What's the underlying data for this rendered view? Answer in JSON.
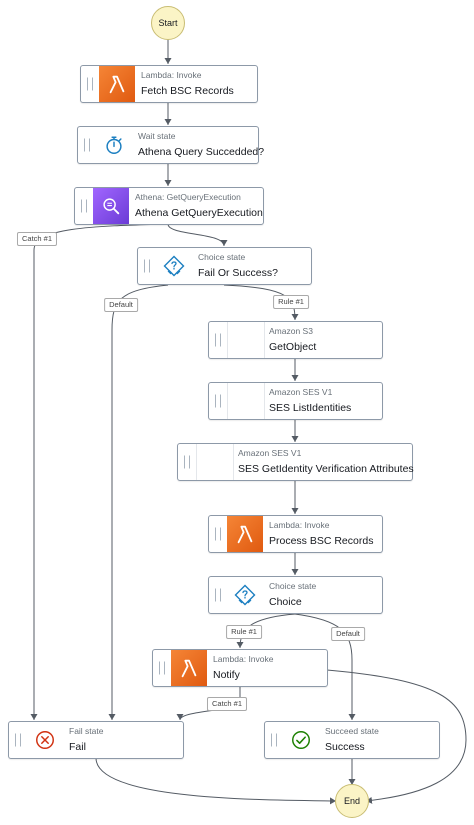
{
  "diagram": {
    "start_label": "Start",
    "end_label": "End",
    "states": {
      "fetch": {
        "subtype": "Lambda: Invoke",
        "title": "Fetch BSC Records",
        "icon": "lambda-icon"
      },
      "wait": {
        "subtype": "Wait state",
        "title": "Athena Query Succedded?",
        "icon": "stopwatch-icon"
      },
      "athena": {
        "subtype": "Athena: GetQueryExecution",
        "title": "Athena GetQueryExecution",
        "icon": "athena-icon"
      },
      "choice1": {
        "subtype": "Choice state",
        "title": "Fail Or Success?",
        "icon": "choice-icon"
      },
      "s3": {
        "subtype": "Amazon S3",
        "title": "GetObject",
        "icon": "blank-icon"
      },
      "ses1": {
        "subtype": "Amazon SES V1",
        "title": "SES ListIdentities",
        "icon": "blank-icon"
      },
      "ses2": {
        "subtype": "Amazon SES V1",
        "title": "SES GetIdentity Verification Attributes",
        "icon": "blank-icon"
      },
      "process": {
        "subtype": "Lambda: Invoke",
        "title": "Process BSC Records",
        "icon": "lambda-icon"
      },
      "choice2": {
        "subtype": "Choice state",
        "title": "Choice",
        "icon": "choice-icon"
      },
      "notify": {
        "subtype": "Lambda: Invoke",
        "title": "Notify",
        "icon": "lambda-icon"
      },
      "fail": {
        "subtype": "Fail state",
        "title": "Fail",
        "icon": "fail-icon"
      },
      "succeed": {
        "subtype": "Succeed state",
        "title": "Success",
        "icon": "success-icon"
      }
    },
    "edge_labels": {
      "catch1_athena": "Catch #1",
      "default_choice1": "Default",
      "rule1_choice1": "Rule #1",
      "rule1_choice2": "Rule #1",
      "default_choice2": "Default",
      "catch1_notify": "Catch #1"
    },
    "colors": {
      "lambda_tile": "#f58536",
      "athena_tile": "#8c4fff",
      "choice_icon": "#1c7fc1",
      "wait_icon": "#1c7fc1",
      "fail_icon": "#d13212",
      "success_icon": "#1d8102",
      "terminal_fill": "#fbf4c6",
      "edge": "#545b64"
    }
  }
}
